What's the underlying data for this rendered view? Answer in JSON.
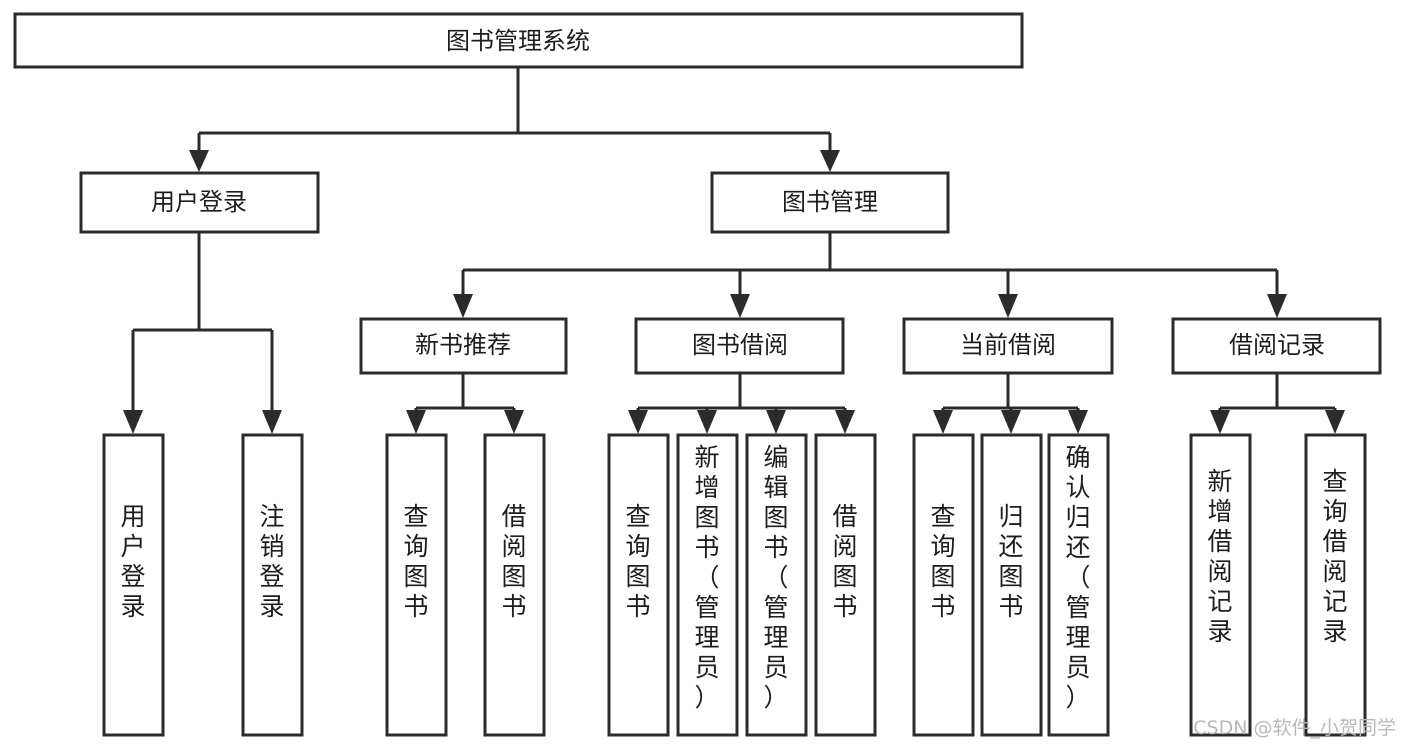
{
  "diagram": {
    "title": "图书管理系统",
    "root": {
      "id": "root",
      "label": "图书管理系统",
      "orientation": "horizontal"
    },
    "level1": [
      {
        "id": "user-login",
        "label": "用户登录",
        "orientation": "horizontal"
      },
      {
        "id": "book-manage",
        "label": "图书管理",
        "orientation": "horizontal"
      }
    ],
    "level2": [
      {
        "id": "new-book-recommend",
        "label": "新书推荐",
        "parent": "book-manage",
        "orientation": "horizontal"
      },
      {
        "id": "book-borrow",
        "label": "图书借阅",
        "parent": "book-manage",
        "orientation": "horizontal"
      },
      {
        "id": "current-borrow",
        "label": "当前借阅",
        "parent": "book-manage",
        "orientation": "horizontal"
      },
      {
        "id": "borrow-record",
        "label": "借阅记录",
        "parent": "book-manage",
        "orientation": "horizontal"
      }
    ],
    "leaves": [
      {
        "id": "leaf-user-login",
        "label": "用户登录",
        "parent": "user-login",
        "orientation": "vertical"
      },
      {
        "id": "leaf-logout-login",
        "label": "注销登录",
        "parent": "user-login",
        "orientation": "vertical"
      },
      {
        "id": "leaf-query-book-1",
        "label": "查询图书",
        "parent": "new-book-recommend",
        "orientation": "vertical"
      },
      {
        "id": "leaf-borrow-book-1",
        "label": "借阅图书",
        "parent": "new-book-recommend",
        "orientation": "vertical"
      },
      {
        "id": "leaf-query-book-2",
        "label": "查询图书",
        "parent": "book-borrow",
        "orientation": "vertical"
      },
      {
        "id": "leaf-add-book",
        "label": "新增图书（管理员）",
        "parent": "book-borrow",
        "orientation": "vertical"
      },
      {
        "id": "leaf-edit-book",
        "label": "编辑图书（管理员）",
        "parent": "book-borrow",
        "orientation": "vertical"
      },
      {
        "id": "leaf-borrow-book-2",
        "label": "借阅图书",
        "parent": "book-borrow",
        "orientation": "vertical"
      },
      {
        "id": "leaf-query-book-3",
        "label": "查询图书",
        "parent": "current-borrow",
        "orientation": "vertical"
      },
      {
        "id": "leaf-return-book",
        "label": "归还图书",
        "parent": "current-borrow",
        "orientation": "vertical"
      },
      {
        "id": "leaf-confirm-return",
        "label": "确认归还（管理员）",
        "parent": "current-borrow",
        "orientation": "vertical"
      },
      {
        "id": "leaf-add-record",
        "label": "新增借阅记录",
        "parent": "borrow-record",
        "orientation": "vertical"
      },
      {
        "id": "leaf-query-record",
        "label": "查询借阅记录",
        "parent": "borrow-record",
        "orientation": "vertical"
      }
    ],
    "watermark": "CSDN @软件_小贺同学",
    "colors": {
      "stroke": "#2b2b2b",
      "fill": "#ffffff",
      "text": "#1d1d1d",
      "watermark": "#b9b9b9",
      "background": "#ffffff"
    }
  }
}
